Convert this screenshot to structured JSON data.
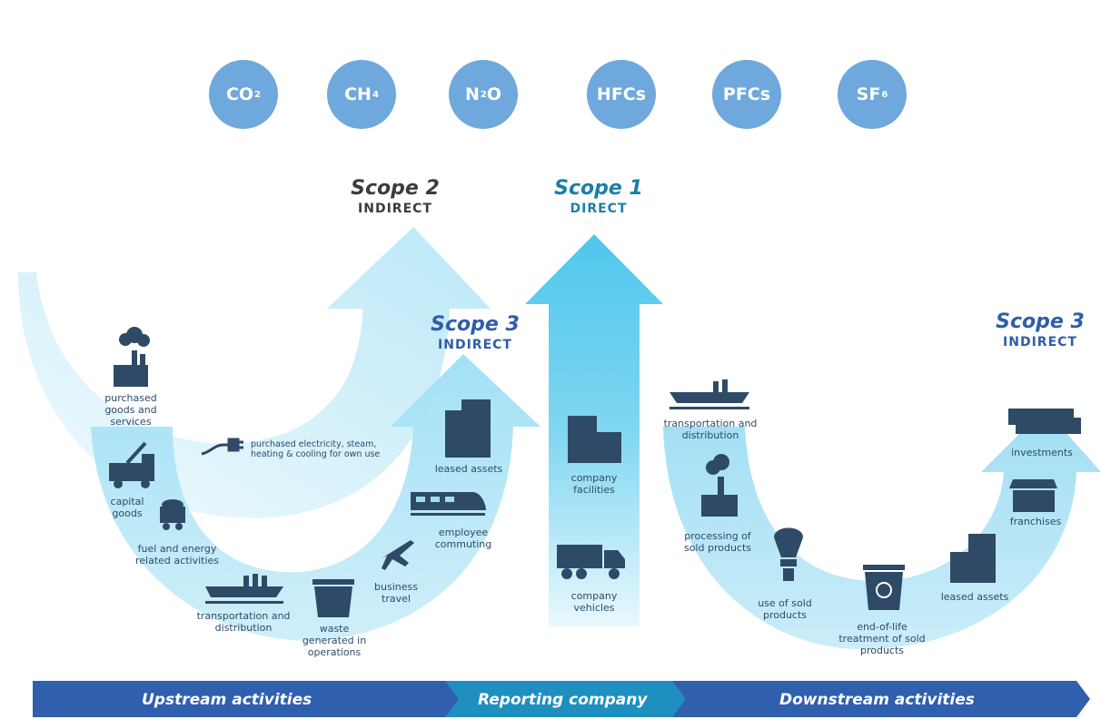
{
  "gases": [
    {
      "base": "CO",
      "sub": "2"
    },
    {
      "base": "CH",
      "sub": "4"
    },
    {
      "base": "N",
      "sub": "2",
      "tail": "O"
    },
    {
      "base": "HFCs",
      "sub": ""
    },
    {
      "base": "PFCs",
      "sub": ""
    },
    {
      "base": "SF",
      "sub": "6"
    }
  ],
  "scopes": {
    "scope2": {
      "title": "Scope 2",
      "subtitle": "INDIRECT"
    },
    "scope1": {
      "title": "Scope 1",
      "subtitle": "DIRECT"
    },
    "scope3_up": {
      "title": "Scope 3",
      "subtitle": "INDIRECT"
    },
    "scope3_down": {
      "title": "Scope 3",
      "subtitle": "INDIRECT"
    }
  },
  "labels": {
    "purchased_goods": "purchased goods and services",
    "purchased_electricity": "purchased electricity, steam, heating & cooling for own use",
    "capital_goods": "capital goods",
    "fuel_energy": "fuel and energy related activities",
    "transport_up": "transportation and distribution",
    "waste": "waste generated in operations",
    "business_travel": "business travel",
    "employee_commuting": "employee commuting",
    "leased_assets_up": "leased assets",
    "company_facilities": "company facilities",
    "company_vehicles": "company vehicles",
    "transport_down": "transportation and distribution",
    "processing": "processing of sold products",
    "use_sold": "use of sold products",
    "end_of_life": "end-of-life treatment of sold products",
    "leased_assets_down": "leased assets",
    "franchises": "franchises",
    "investments": "investments"
  },
  "band": {
    "upstream": "Upstream activities",
    "reporting": "Reporting company",
    "downstream": "Downstream activities"
  },
  "colors": {
    "gas_circle": "#6fa8dc",
    "scope1": "#1a7fa8",
    "scope2": "#3c3c3c",
    "scope3": "#2e5ea8",
    "arrow_light": "#cdeef9",
    "arrow_mid": "#6fd0ee",
    "band_dark": "#2f5fad",
    "band_accent": "#1f8fbf",
    "icon": "#2e4a66"
  }
}
